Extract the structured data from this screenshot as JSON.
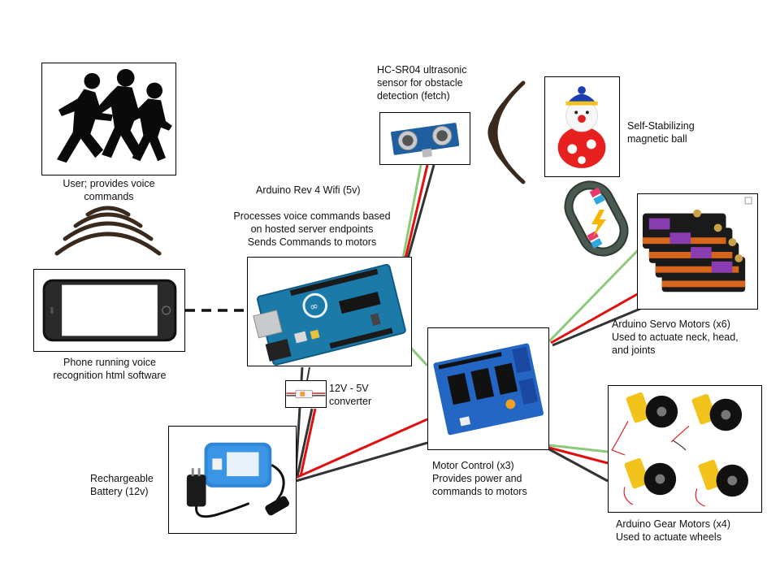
{
  "labels": {
    "user": "User; provides voice\ncommands",
    "phone": "Phone running voice\nrecognition html software",
    "battery": "Rechargeable\nBattery (12v)",
    "converter": "12V - 5V\nconverter",
    "arduino_title": "Arduino Rev 4 Wifi (5v)",
    "arduino_desc": "Processes voice commands based\non hosted server endpoints\nSends Commands to motors",
    "sensor": "HC-SR04 ultrasonic\nsensor for obstacle\ndetection (fetch)",
    "ball": "Self-Stabilizing\nmagnetic ball",
    "servo": "Arduino Servo Motors (x6)\nUsed to actuate neck, head,\nand joints",
    "motor_control": "Motor Control (x3)\nProvides power and\ncommands to motors",
    "gear": "Arduino Gear Motors (x4)\nUsed to actuate wheels"
  },
  "wire_colors": {
    "green": "#8cc97a",
    "red": "#e01010",
    "black": "#333333"
  },
  "icons": [
    "running-people-icon",
    "sound-wave-icon",
    "smartphone-icon",
    "arduino-board-icon",
    "ultrasonic-sensor-icon",
    "roly-poly-toy-icon",
    "magnet-icon",
    "servo-motor-icon",
    "motor-shield-icon",
    "gear-motor-icon",
    "battery-pack-icon",
    "converter-icon"
  ]
}
